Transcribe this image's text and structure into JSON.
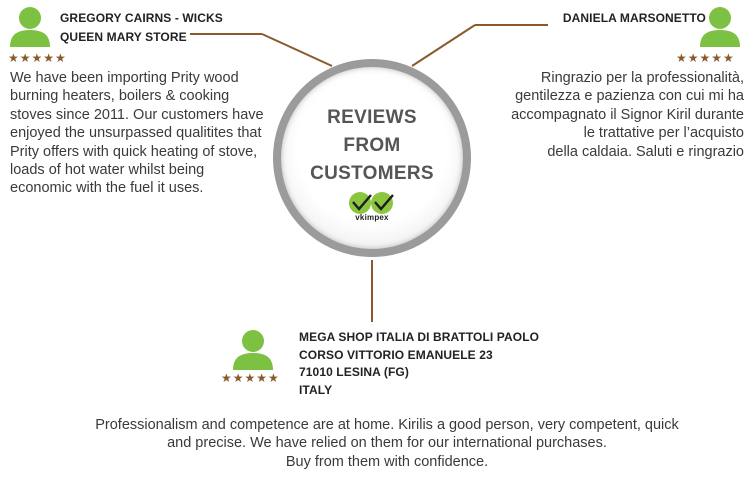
{
  "badge": {
    "lines": [
      "REVIEWS",
      "FROM",
      "CUSTOMERS"
    ],
    "logo_text": "vkimpex"
  },
  "reviews": [
    {
      "name_lines": [
        "GREGORY CAIRNS - WICKS",
        "QUEEN MARY STORE"
      ],
      "stars": "★★★★★",
      "text": "We have been importing Prity wood burning heaters, boilers & cooking stoves since 2011. Our customers have enjoyed the unsurpassed qualitites that Prity offers with quick heating of stove, loads of hot water whilst being economic with the fuel it uses."
    },
    {
      "name_lines": [
        "DANIELA MARSONETTO"
      ],
      "stars": "★★★★★",
      "text_lines": [
        "Ringrazio per la professionalità,",
        "gentilezza e pazienza con cui mi ha",
        "accompagnato il Signor Kiril durante",
        "le trattative per l’acquisto",
        "della caldaia. Saluti e ringrazio"
      ]
    },
    {
      "name_lines": [
        "MEGA SHOP ITALIA DI BRATTOLI PAOLO",
        "CORSO VITTORIO EMANUELE 23",
        "71010 LESINA (FG)",
        "ITALY"
      ],
      "stars": "★★★★★",
      "text_lines": [
        "Professionalism and competence are at home. Kirilis a good person, very competent, quick",
        "and precise. We have relied on them for our international purchases.",
        "Buy from them with confidence."
      ]
    }
  ],
  "colors": {
    "connector": "#8a5a2b",
    "star": "#8a5a2b",
    "avatar": "#7dc142",
    "ring": "#9b9b9b"
  }
}
